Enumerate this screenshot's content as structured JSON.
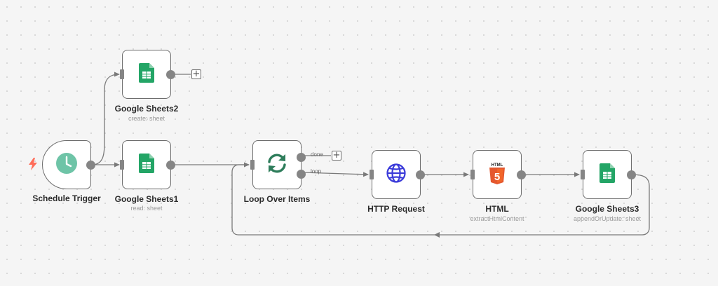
{
  "nodes": {
    "schedule_trigger": {
      "name": "Schedule Trigger",
      "icon": "clock-icon"
    },
    "google_sheets2": {
      "name": "Google Sheets2",
      "subtitle": "create: sheet",
      "icon": "google-sheets-icon"
    },
    "google_sheets1": {
      "name": "Google Sheets1",
      "subtitle": "read: sheet",
      "icon": "google-sheets-icon"
    },
    "loop_over_items": {
      "name": "Loop Over Items",
      "icon": "loop-arrows-icon"
    },
    "http_request": {
      "name": "HTTP Request",
      "icon": "globe-icon"
    },
    "html": {
      "name": "HTML",
      "subtitle": "extractHtmlContent",
      "icon": "html5-icon",
      "badge_text": "HTML",
      "badge_num": "5"
    },
    "google_sheets3": {
      "name": "Google Sheets3",
      "subtitle": "appendOrUpdate: sheet",
      "icon": "google-sheets-icon"
    }
  },
  "edge_labels": {
    "done": "done",
    "loop": "loop"
  },
  "add_button_symbol": "+",
  "colors": {
    "canvas": "#f5f5f5",
    "node_border": "#6d6d6d",
    "edge": "#7a7a7a",
    "sheets_green": "#23a566",
    "clock_teal": "#6ec4a7",
    "loop_green": "#2e7d5b",
    "globe_blue": "#3b3bd9",
    "html_orange": "#e4572e",
    "bolt_orange": "#ff6d5a"
  }
}
